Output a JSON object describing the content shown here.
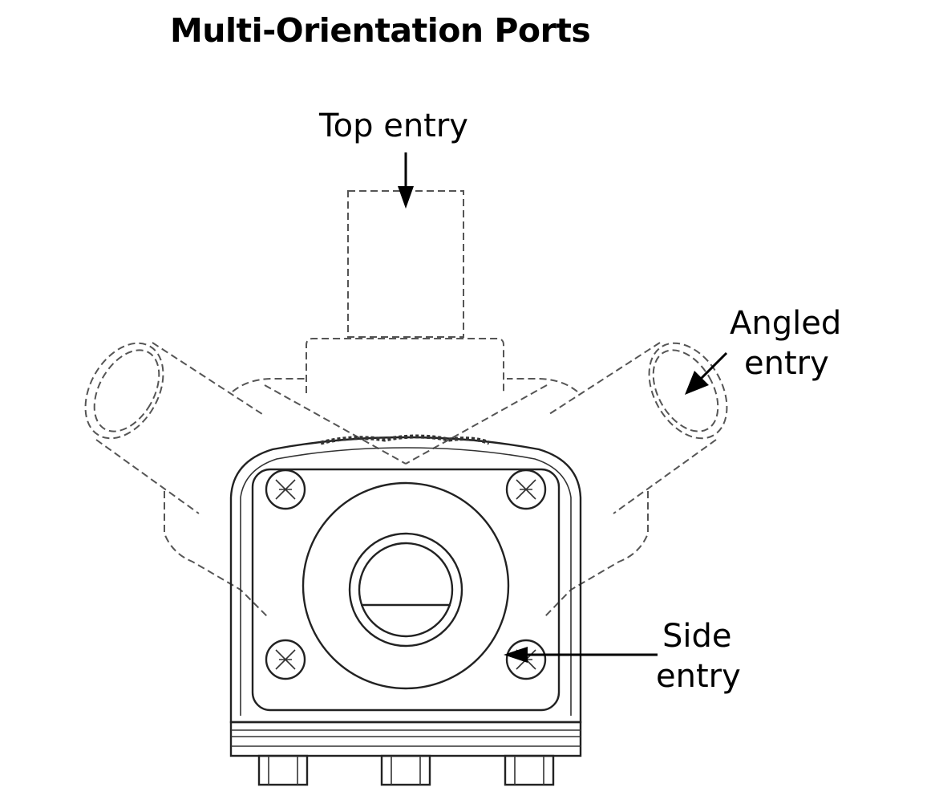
{
  "title": "Multi-Orientation Ports",
  "labels": {
    "top": "Top entry",
    "angled_line1": "Angled",
    "angled_line2": "entry",
    "side_line1": "Side",
    "side_line2": "entry"
  }
}
